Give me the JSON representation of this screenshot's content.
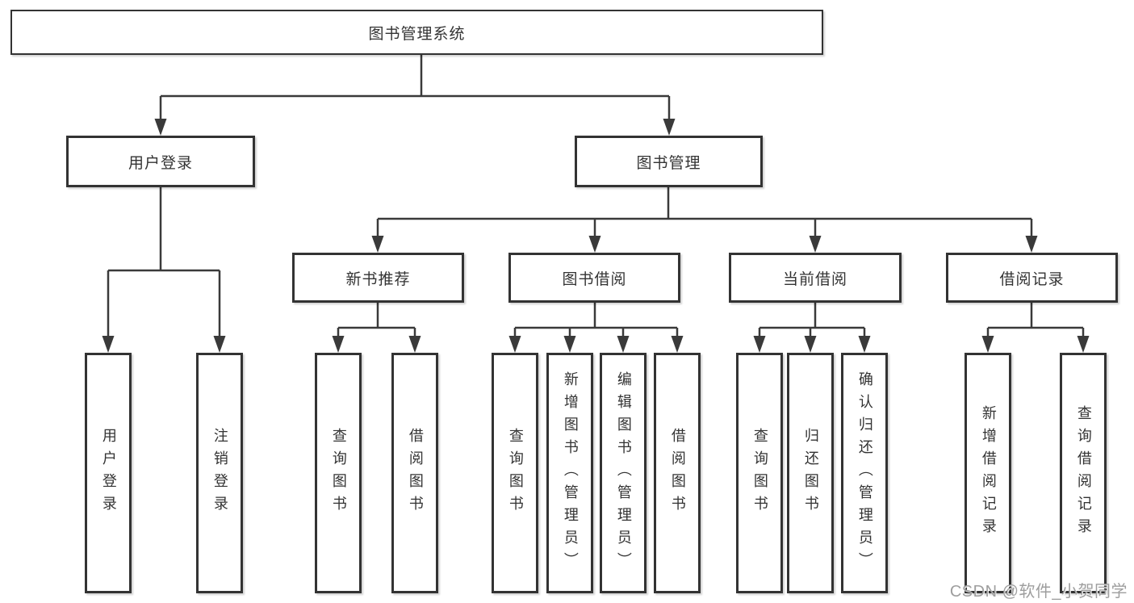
{
  "diagram": {
    "root": {
      "label": "图书管理系统"
    },
    "branches": [
      {
        "label": "用户登录",
        "leaves": [
          {
            "label": "用户登录"
          },
          {
            "label": "注销登录"
          }
        ]
      },
      {
        "label": "图书管理",
        "groups": [
          {
            "label": "新书推荐",
            "leaves": [
              {
                "label": "查询图书"
              },
              {
                "label": "借阅图书"
              }
            ]
          },
          {
            "label": "图书借阅",
            "leaves": [
              {
                "label": "查询图书"
              },
              {
                "label": "新增图书（管理员）"
              },
              {
                "label": "编辑图书（管理员）"
              },
              {
                "label": "借阅图书"
              }
            ]
          },
          {
            "label": "当前借阅",
            "leaves": [
              {
                "label": "查询图书"
              },
              {
                "label": "归还图书"
              },
              {
                "label": "确认归还（管理员）"
              }
            ]
          },
          {
            "label": "借阅记录",
            "leaves": [
              {
                "label": "新增借阅记录"
              },
              {
                "label": "查询借阅记录"
              }
            ]
          }
        ]
      }
    ]
  },
  "watermark": {
    "text": "CSDN @软件_小贺同学"
  },
  "colors": {
    "line": "#3a3a3a",
    "border": "#333333",
    "text": "#333333",
    "box_background": "#ffffff",
    "watermark_text": "#9e9e9e"
  }
}
